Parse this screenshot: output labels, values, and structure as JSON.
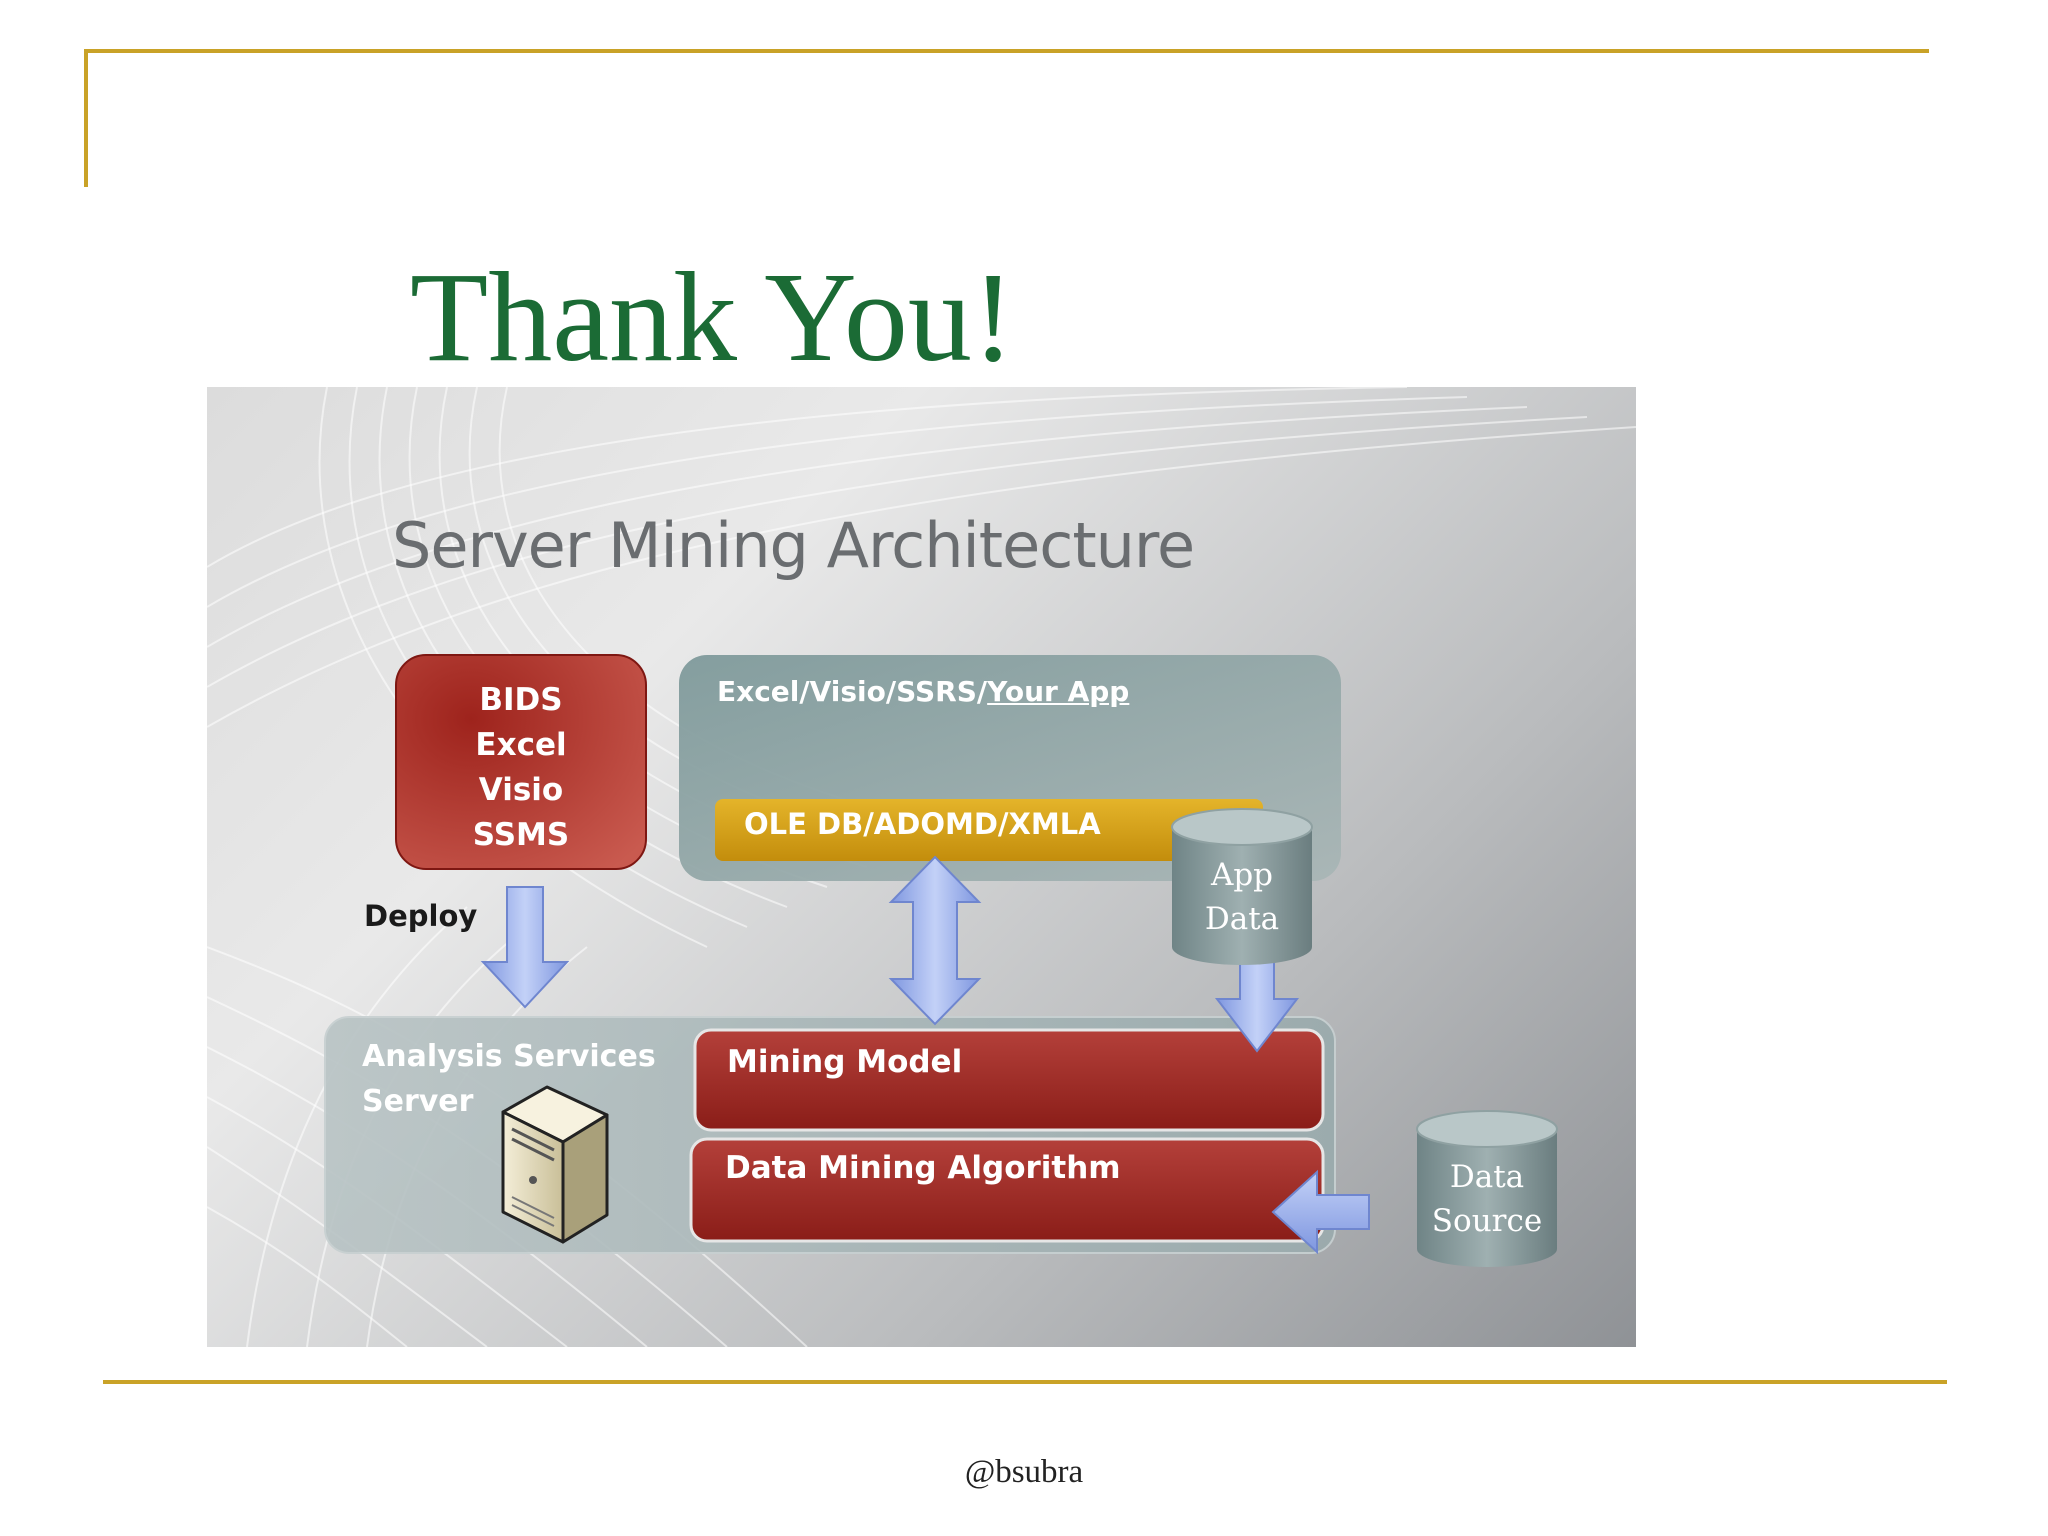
{
  "slide": {
    "title": "Thank You!",
    "footer": "@bsubra"
  },
  "diagram": {
    "title": "Server Mining Architecture",
    "tools": [
      "BIDS",
      "Excel",
      "Visio",
      "SSMS"
    ],
    "client_apps_prefix": "Excel/Visio/SSRS/",
    "client_apps_link": "Your App",
    "protocol": "OLE DB/ADOMD/XMLA",
    "deploy": "Deploy",
    "app_data": [
      "App",
      "Data"
    ],
    "server": [
      "Analysis Services",
      "Server"
    ],
    "mining_model": "Mining Model",
    "algorithm": "Data Mining Algorithm",
    "data_source": [
      "Data",
      "Source"
    ]
  },
  "colors": {
    "rule": "#c9a227",
    "title_green": "#1b6b35",
    "box_red": "#9e2a24",
    "protocol_gold": "#d9a41a",
    "arrow_blue": "#9fb4ee"
  }
}
